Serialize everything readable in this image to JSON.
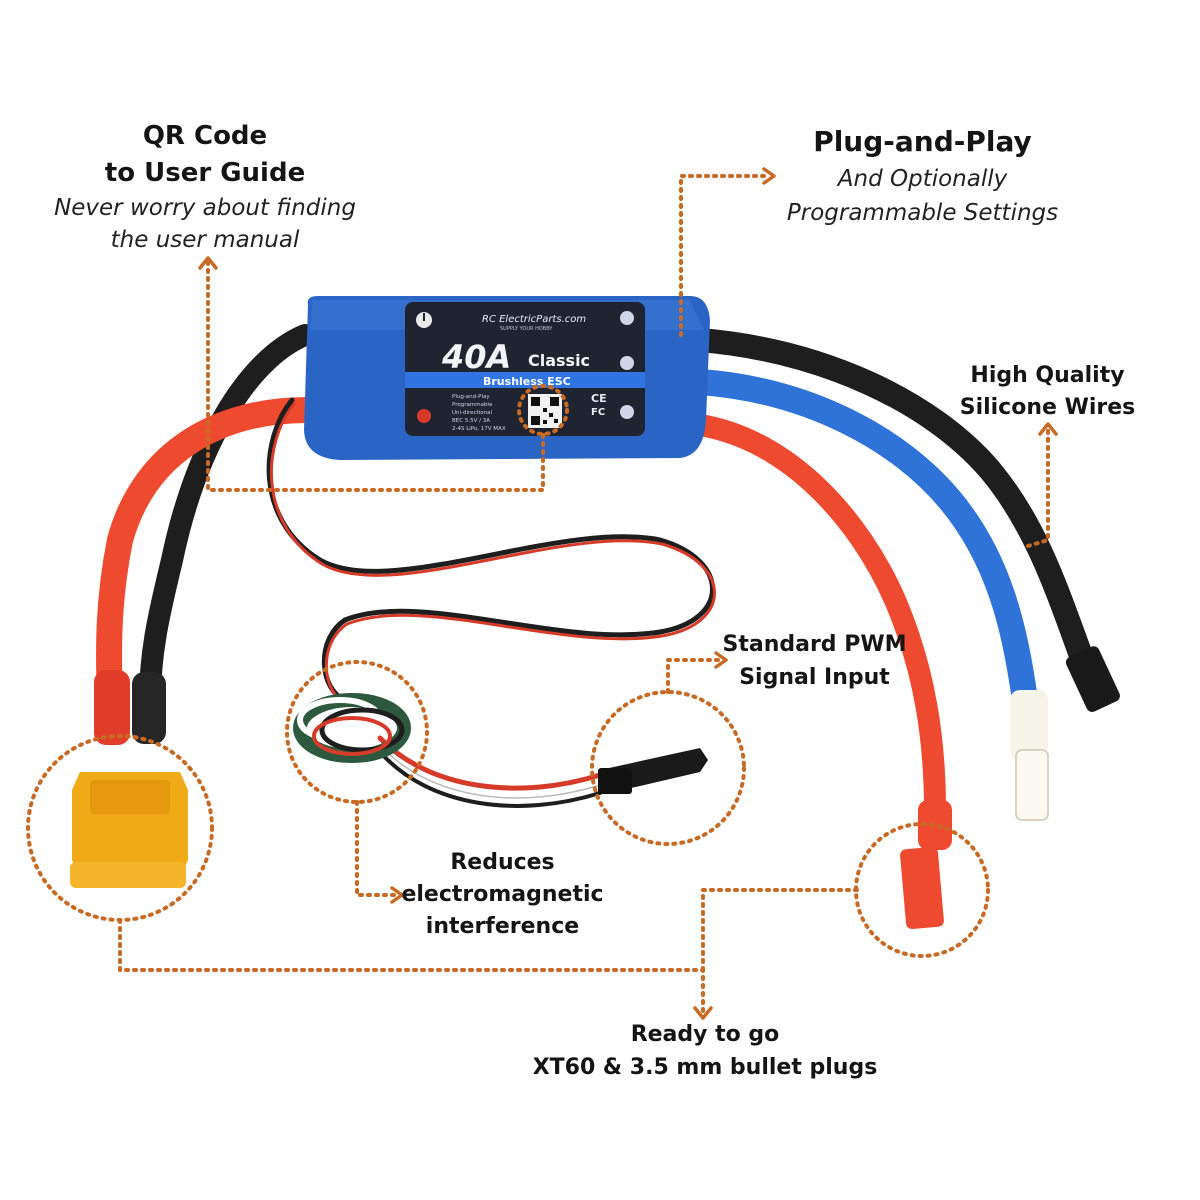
{
  "callouts": {
    "qr": {
      "title_line1": "QR Code",
      "title_line2": "to User Guide",
      "sub_line1": "Never worry about finding",
      "sub_line2": "the user manual"
    },
    "plug_and_play": {
      "title": "Plug-and-Play",
      "sub_line1": "And Optionally",
      "sub_line2": "Programmable Settings"
    },
    "wires": {
      "line1": "High Quality",
      "line2": "Silicone Wires"
    },
    "pwm": {
      "line1": "Standard PWM",
      "line2": "Signal Input"
    },
    "emi": {
      "line1": "Reduces",
      "line2": "electromagnetic",
      "line3": "interference"
    },
    "ready": {
      "line1": "Ready to go",
      "line2": "XT60 & 3.5 mm bullet plugs"
    }
  },
  "esc_label": {
    "brand": "RC ElectricParts.com",
    "tagline": "SUPPLY YOUR HOBBY",
    "model": "40A",
    "variant": "Classic",
    "type": "Brushless ESC",
    "spec1": "Plug-and-Play",
    "spec2": "Programmable",
    "spec3": "Uni-directional",
    "spec4": "BEC 5.5V / 3A",
    "spec5": "2-4S LiPo, 17V MAX",
    "ce_mark": "CE",
    "fc_mark": "FC"
  },
  "colors": {
    "accent_dotted": "#c96a24",
    "esc_body": "#2a64c4",
    "label_panel": "#1f2430",
    "red_wire": "#ee4a30",
    "blue_wire": "#2f72d8",
    "black_wire": "#1e1e1e",
    "xt60": "#f0aa18"
  },
  "icons": {
    "power_hole": "power-icon",
    "motor_holes": "motor-terminal-icon",
    "qr": "qr-code-icon"
  }
}
